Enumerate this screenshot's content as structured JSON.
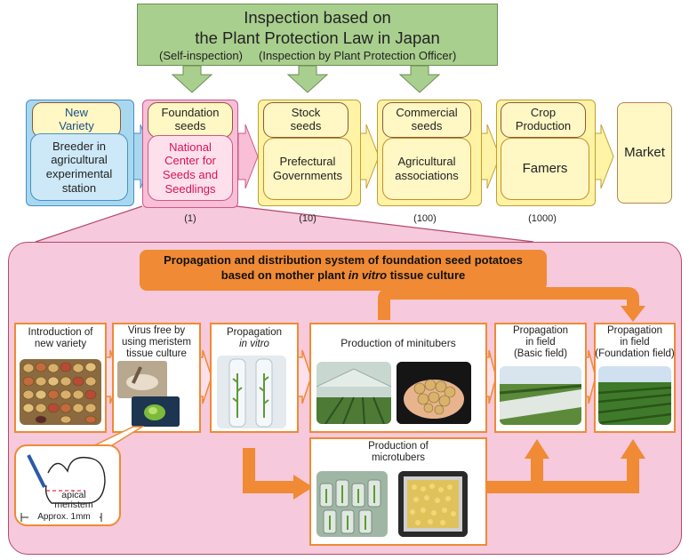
{
  "banner": {
    "title_line1": "Inspection based on",
    "title_line2": "the Plant Protection Law in Japan",
    "self_inspection": "(Self-inspection)",
    "officer_inspection": "(Inspection by Plant Protection Officer)"
  },
  "stages": [
    {
      "header_line1": "New",
      "header_line2": "Variety",
      "body_line1": "Breeder in",
      "body_line2": "agricultural",
      "body_line3": "experimental",
      "body_line4": "station",
      "count": ""
    },
    {
      "header_line1": "Foundation",
      "header_line2": "seeds",
      "body_line1": "National",
      "body_line2": "Center for",
      "body_line3": "Seeds and",
      "body_line4": "Seedlings",
      "count": "(1)"
    },
    {
      "header_line1": "Stock",
      "header_line2": "seeds",
      "body_line1": "Prefectural",
      "body_line2": "Governments",
      "count": "(10)"
    },
    {
      "header_line1": "Commercial",
      "header_line2": "seeds",
      "body_line1": "Agricultural",
      "body_line2": "associations",
      "count": "(100)"
    },
    {
      "header_line1": "Crop",
      "header_line2": "Production",
      "body_line1": "Famers",
      "count": "(1000)"
    },
    {
      "body_line1": "Market"
    }
  ],
  "panel": {
    "title_line1": "Propagation and distribution system of foundation seed potatoes",
    "title_line2_a": "based on mother plant ",
    "title_line2_b": "in vitro",
    "title_line2_c": " tissue culture"
  },
  "steps": {
    "intro_line1": "Introduction of",
    "intro_line2": "new variety",
    "virus_line1": "Virus free by",
    "virus_line2": "using meristem",
    "virus_line3": "tissue culture",
    "invitro_line1": "Propagation",
    "invitro_line2": "in vitro",
    "minitubers": "Production of minitubers",
    "basic_line1": "Propagation",
    "basic_line2": "in field",
    "basic_line3": "(Basic field)",
    "foundation_line1": "Propagation",
    "foundation_line2": "in field",
    "foundation_line3": "(Foundation field)",
    "micro_line1": "Production of",
    "micro_line2": "microtubers"
  },
  "meristem": {
    "label_line1": "apical",
    "label_line2": "meristem",
    "scale": "Approx. 1mm"
  },
  "colors": {
    "banner": "#a9cf8e",
    "new_variety": "#a8d8f0",
    "foundation": "#f8bfd7",
    "yellow": "#fff7c4",
    "orange": "#f08a34",
    "panel": "#f6c9dc",
    "red_text": "#d4145a",
    "blue_text": "#1c4f8a"
  }
}
